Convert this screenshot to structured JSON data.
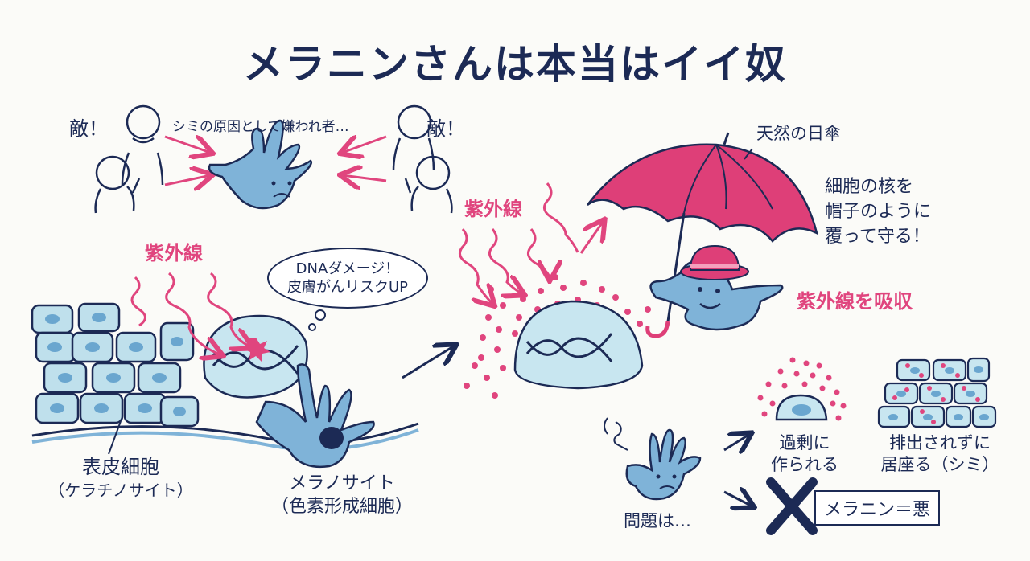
{
  "title": "メラニンさんは本当はイイ奴",
  "colors": {
    "ink": "#1c2a55",
    "accent_pink": "#e0457e",
    "cell_fill": "#bfe0ec",
    "melanocyte_fill": "#7fb3d8",
    "umbrella": "#de3f78",
    "background": "#fbfbf8"
  },
  "top_section": {
    "enemy_left": "敵！",
    "enemy_right": "敵！",
    "caption": "シミの原因として嫌われ者…"
  },
  "left_section": {
    "uv_label": "紫外線",
    "speech_bubble": {
      "line1": "DNAダメージ！",
      "line2": "皮膚がんリスクUP"
    },
    "keratinocyte_label": {
      "line1": "表皮細胞",
      "line2": "（ケラチノサイト）"
    },
    "melanocyte_label": {
      "line1": "メラノサイト",
      "line2": "（色素形成細胞）"
    }
  },
  "right_section": {
    "uv_label": "紫外線",
    "umbrella_label": "天然の日傘",
    "protect_text": {
      "line1": "細胞の核を",
      "line2": "帽子のように",
      "line3": "覆って守る！"
    },
    "absorb_label": "紫外線を吸収"
  },
  "bottom_section": {
    "problem_label": "問題は…",
    "overproduced": {
      "line1": "過剰に",
      "line2": "作られる"
    },
    "stays": {
      "line1": "排出されずに",
      "line2": "居座る（シミ）"
    },
    "wrong_statement": "メラニン＝悪",
    "cross_icon": "x-mark"
  }
}
